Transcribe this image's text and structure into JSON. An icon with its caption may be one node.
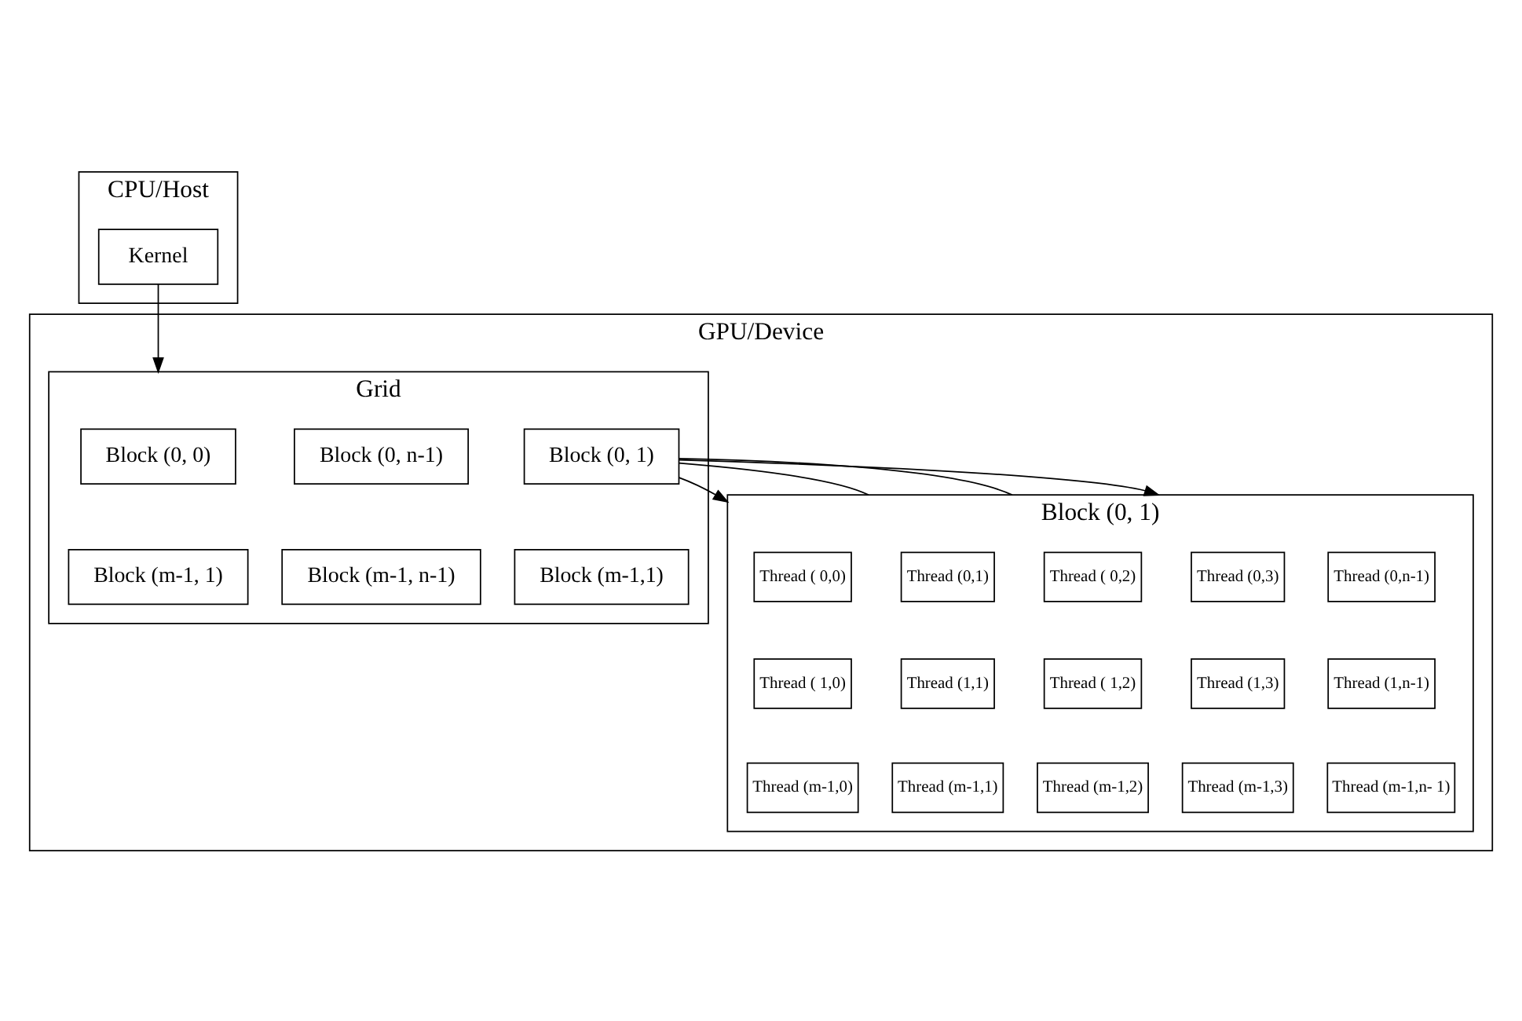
{
  "diagram": {
    "nodes": [
      {
        "text": [
          "CPU/Host"
        ]
      },
      {
        "text": [
          "Kernel"
        ],
        "in": 0
      },
      {
        "text": [
          "GPU/Device"
        ]
      },
      {
        "text": [
          "Grid"
        ],
        "in": 2
      },
      {
        "text": [
          "Block (0, 0)"
        ],
        "in": 3
      },
      {
        "text": [
          "Block (0, 1)"
        ],
        "in": 3
      },
      {
        "text": [
          "Block (0, n-1)"
        ],
        "in": 3
      },
      {
        "text": [
          "Block (m-1, 1)"
        ],
        "in": 3
      },
      {
        "text": [
          "Block (m-1,1)"
        ],
        "in": 3
      },
      {
        "text": [
          "Block (m-1, n-1)"
        ],
        "in": 3
      },
      {
        "text": [
          "Block (0, 1)"
        ],
        "in": 2
      },
      {
        "text": [
          "Thread ( 0,0)"
        ],
        "in": 10
      },
      {
        "text": [
          "Thread (0,1)"
        ],
        "in": 10
      },
      {
        "text": [
          "Thread ( 0,2)"
        ],
        "in": 10
      },
      {
        "text": [
          "Thread (0,3)"
        ],
        "in": 10
      },
      {
        "text": [
          "Thread (0,n-1)"
        ],
        "in": 10
      },
      {
        "text": [
          "Thread ( 1,0)"
        ],
        "in": 10
      },
      {
        "text": [
          "Thread (1,1)"
        ],
        "in": 10
      },
      {
        "text": [
          "Thread ( 1,2)"
        ],
        "in": 10
      },
      {
        "text": [
          "Thread (1,3)"
        ],
        "in": 10
      },
      {
        "text": [
          "Thread (1,n-1)"
        ],
        "in": 10
      },
      {
        "text": [
          "Thread (m-1,0)"
        ],
        "in": 10
      },
      {
        "text": [
          "Thread (m-1,1)"
        ],
        "in": 10
      },
      {
        "text": [
          "Thread (m-1,2)"
        ],
        "in": 10
      },
      {
        "text": [
          "Thread (m-1,3)"
        ],
        "in": 10
      },
      {
        "text": [
          "Thread (m-1,n- 1)"
        ],
        "in": 10
      }
    ],
    "edges": [
      {
        "from": 1,
        "to": 3,
        "arrow": "to"
      },
      {
        "from": 5,
        "to": 10,
        "arrow": "to"
      },
      {
        "from": 5,
        "to": 10,
        "arrow": "none"
      },
      {
        "from": 5,
        "to": 10,
        "arrow": "none"
      },
      {
        "from": 5,
        "to": 10,
        "arrow": "to"
      }
    ]
  }
}
